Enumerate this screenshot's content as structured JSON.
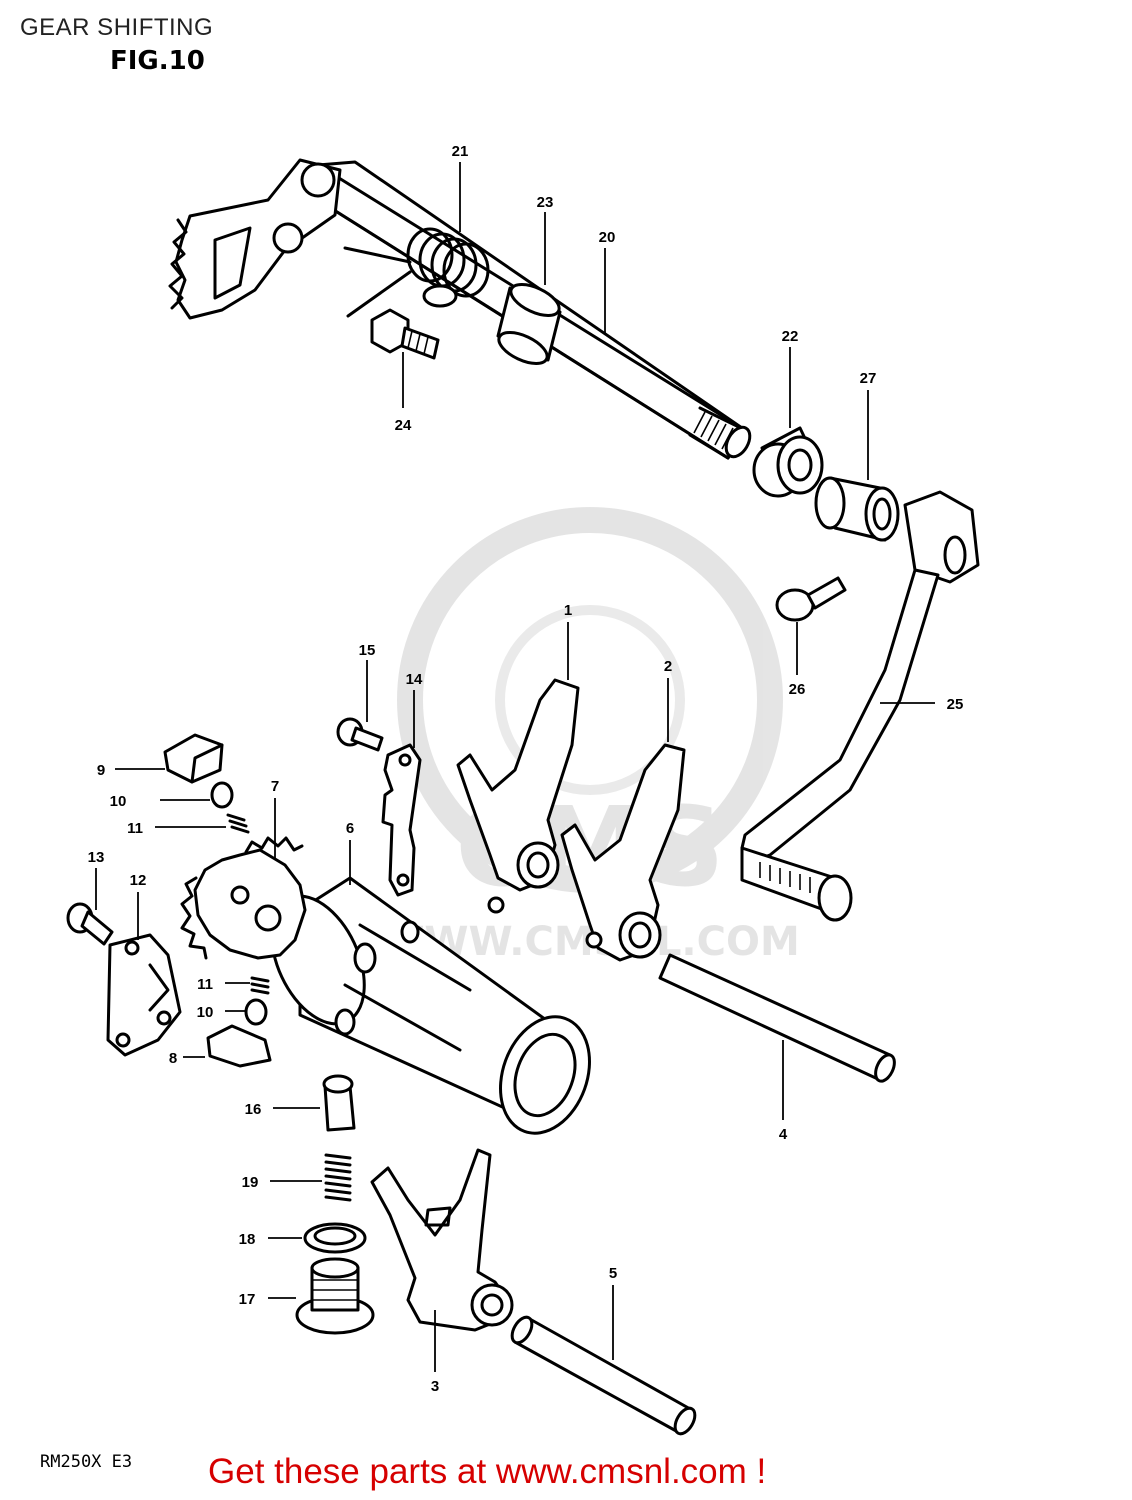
{
  "header": {
    "title": "GEAR SHIFTING",
    "figure": "FIG.10"
  },
  "footer": {
    "model_code": "RM250X E3",
    "cta_text": "Get these parts at www.cmsnl.com !"
  },
  "watermark": {
    "text": "CMS",
    "url": "WWW.CMSNL.COM"
  },
  "callouts": [
    "1",
    "2",
    "3",
    "4",
    "5",
    "6",
    "7",
    "8",
    "9",
    "10",
    "10",
    "11",
    "11",
    "12",
    "13",
    "14",
    "15",
    "16",
    "17",
    "18",
    "19",
    "20",
    "21",
    "22",
    "23",
    "24",
    "25",
    "26",
    "27"
  ],
  "colors": {
    "line": "#000000",
    "cta": "#d60000",
    "watermark": "#e2e2e2"
  }
}
